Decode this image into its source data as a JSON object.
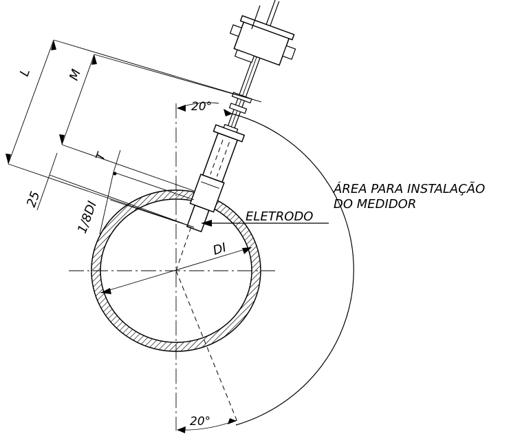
{
  "labels": {
    "area_line1": "ÁREA PARA INSTALAÇÃO",
    "area_line2": "DO MEDIDOR",
    "electrode": "ELETRODO",
    "diameter": "DI",
    "angle_top": "20°",
    "angle_bottom": "20°",
    "dim_L": "L",
    "dim_M": "M",
    "dim_T": "T",
    "dim_25": "25",
    "dim_eighth": "1/8DI"
  },
  "colors": {
    "line": "#000000",
    "background": "#ffffff"
  }
}
